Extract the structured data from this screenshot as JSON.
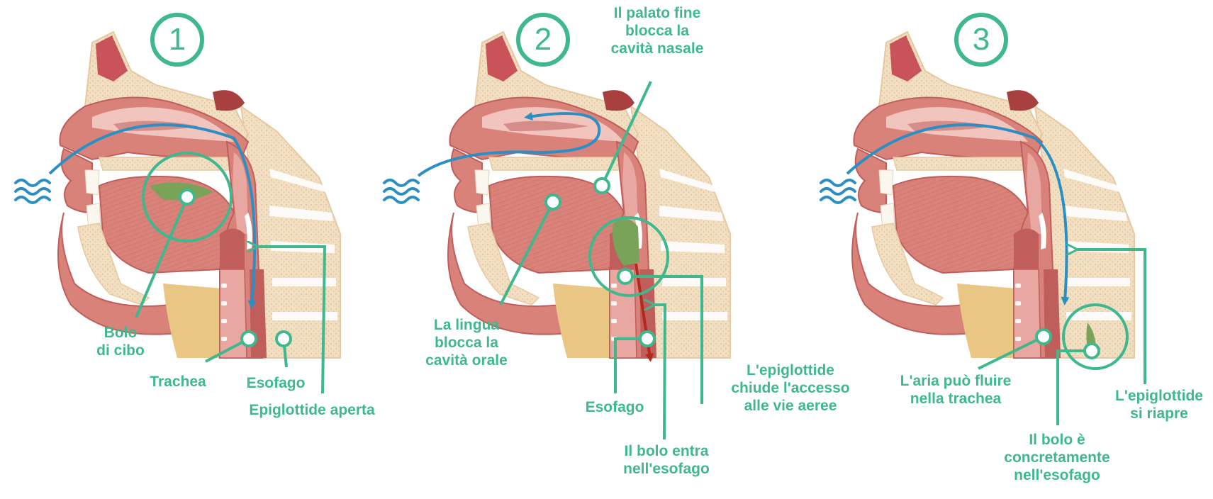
{
  "panels": [
    {
      "step": "1",
      "labels": {
        "bolo": [
          "Bolo",
          "di cibo"
        ],
        "trachea": "Trachea",
        "esofago": "Esofago",
        "epiglottide": "Epiglottide aperta"
      }
    },
    {
      "step": "2",
      "labels": {
        "palato": [
          "Il palato fine",
          "blocca la",
          "cavità nasale"
        ],
        "lingua": [
          "La lingua",
          "blocca la",
          "cavità orale"
        ],
        "esofago": "Esofago",
        "epiglottide": [
          "L'epiglottide",
          "chiude l'accesso",
          "alle vie aeree"
        ],
        "bolo": [
          "Il bolo entra",
          "nell'esofago"
        ]
      }
    },
    {
      "step": "3",
      "labels": {
        "aria": [
          "L'aria può fluire",
          "nella trachea"
        ],
        "bolo": [
          "Il bolo è",
          "concretamente",
          "nell'esofago"
        ],
        "epiglottide": [
          "L'epiglottide",
          "si riapre"
        ]
      }
    }
  ],
  "colors": {
    "accent": "#3fb88e",
    "air_arrow": "#2b8fc4",
    "bolus_arrow": "#b5281c",
    "tissue": "#d9827a",
    "tissue_dark": "#c05e5c",
    "tissue_light": "#f1c4bd",
    "bone": "#f2dfc2",
    "bone_dots": "#d8b98e",
    "fat": "#e9c684",
    "bolus": "#7aa35a",
    "airway": "#e9a7a2"
  },
  "icons": {
    "air": "wave-lines-icon"
  }
}
